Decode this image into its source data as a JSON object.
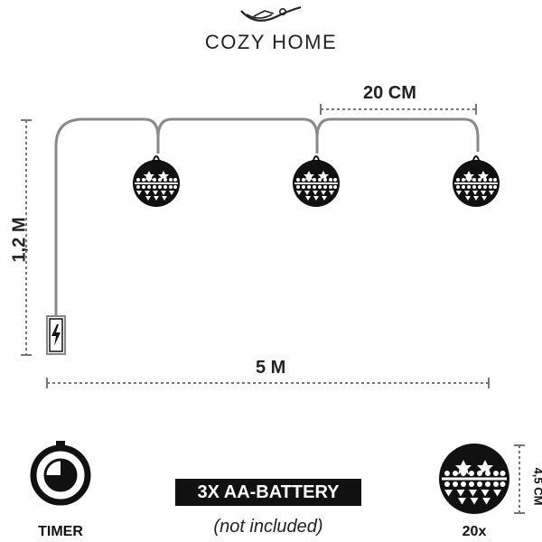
{
  "brand": {
    "name": "COZY HOME"
  },
  "dimensions": {
    "spacing": "20 CM",
    "total_length": "5 M",
    "lead_length": "1,2 M",
    "ball_diameter": "4,5 CM"
  },
  "features": {
    "timer_label": "TIMER",
    "battery_label": "3X AA-BATTERY",
    "battery_note": "(not included)",
    "quantity_label": "20x"
  },
  "icons": [
    "hammock-logo-icon",
    "battery-icon",
    "timer-icon",
    "ornament-ball-icon"
  ],
  "colors": {
    "ink": "#111111",
    "wire": "#8a8a8a",
    "dim_line": "#777777"
  }
}
